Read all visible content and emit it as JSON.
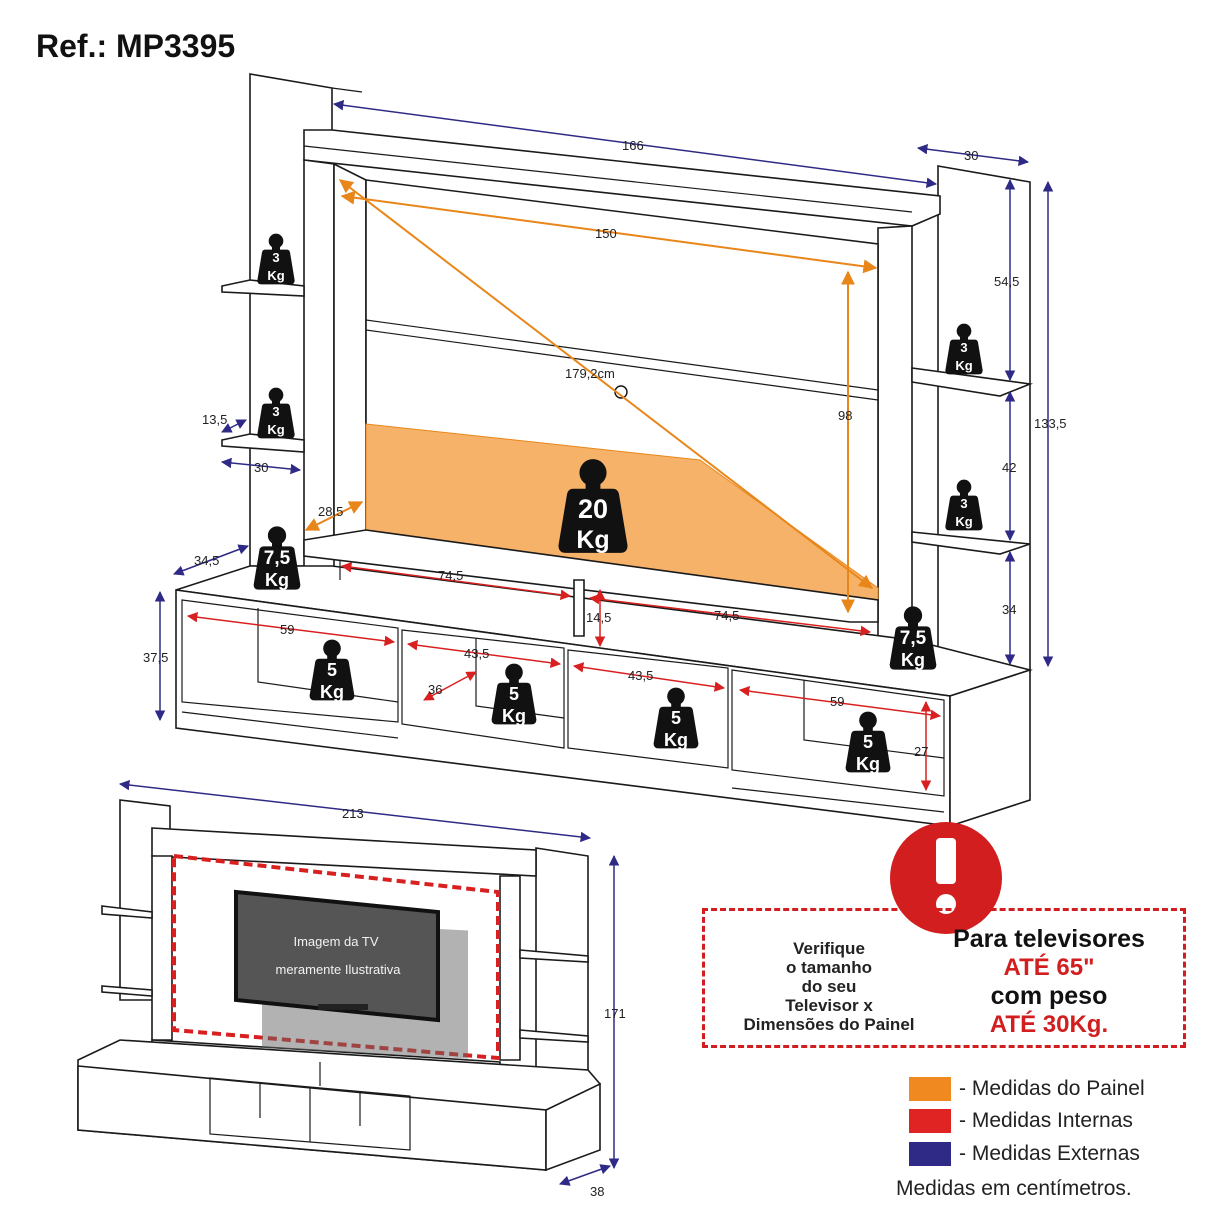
{
  "ref": "Ref.: MP3395",
  "dims": {
    "w166": "166",
    "w30top": "30",
    "w150": "150",
    "d1792": "179,2cm",
    "h98": "98",
    "h545": "54,5",
    "h42": "42",
    "h34": "34",
    "h1335": "133,5",
    "d135": "13,5",
    "w30left": "30",
    "d285": "28,5",
    "d345": "34,5",
    "w745a": "74,5",
    "w745b": "74,5",
    "h145": "14,5",
    "h375": "37,5",
    "w59a": "59",
    "w435a": "43,5",
    "w435b": "43,5",
    "w59b": "59",
    "d36": "36",
    "h27": "27",
    "w213": "213",
    "h171": "171",
    "d38": "38"
  },
  "weights": {
    "shelf_top_left": [
      "3",
      "Kg"
    ],
    "shelf_mid_left": [
      "3",
      "Kg"
    ],
    "shelf_top_right": [
      "3",
      "Kg"
    ],
    "shelf_mid_right": [
      "3",
      "Kg"
    ],
    "panel": [
      "20",
      "Kg"
    ],
    "base_left": [
      "7,5",
      "Kg"
    ],
    "base_right": [
      "7,5",
      "Kg"
    ],
    "niche1": [
      "5",
      "Kg"
    ],
    "niche2": [
      "5",
      "Kg"
    ],
    "niche3": [
      "5",
      "Kg"
    ],
    "niche4": [
      "5",
      "Kg"
    ]
  },
  "tv_note": [
    "Imagem da TV",
    "meramente Ilustrativa"
  ],
  "warning": {
    "left": [
      "Verifique",
      "o tamanho",
      "do seu",
      "Televisor x",
      "Dimensões do Painel"
    ],
    "right": [
      "Para televisores",
      "ATÉ 65\"",
      "com peso",
      "ATÉ 30Kg."
    ]
  },
  "legend": [
    {
      "label": "- Medidas do Painel",
      "color": "#f0891f"
    },
    {
      "label": "- Medidas Internas",
      "color": "#e02424"
    },
    {
      "label": "- Medidas Externas",
      "color": "#2e2a86"
    }
  ],
  "footnote": "Medidas em centímetros.",
  "colors": {
    "panel_fill": "#f7b26a",
    "warning_red": "#d21e1e",
    "dim_purple": "#2e2a86"
  }
}
